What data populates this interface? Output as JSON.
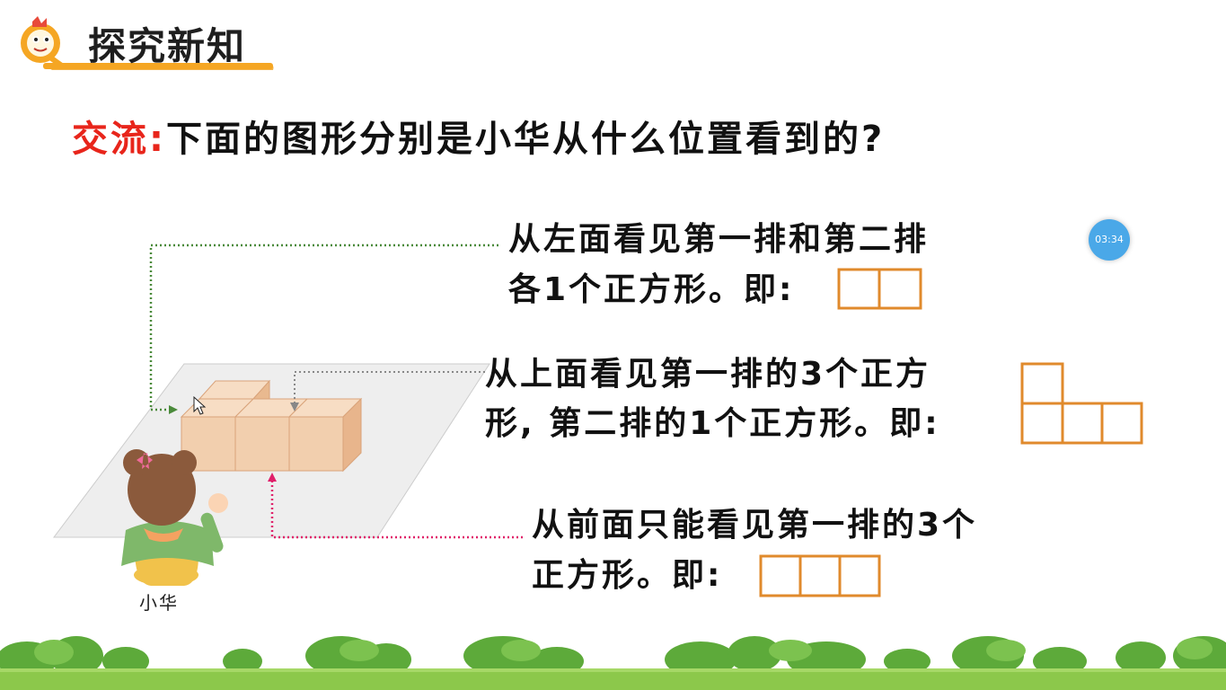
{
  "header": {
    "title": "探究新知"
  },
  "question": {
    "label": "交流:",
    "text": "下面的图形分别是小华从什么位置看到的?"
  },
  "views": {
    "left": {
      "line1": "从左面看见第一排和第二排",
      "line2": "各1个正方形。即:"
    },
    "top": {
      "line1": "从上面看见第一排的3个正方",
      "line2": "形, 第二排的1个正方形。即:"
    },
    "front": {
      "line1": "从前面只能看见第一排的3个",
      "line2": "正方形。即:"
    }
  },
  "figure": {
    "person_label": "小华"
  },
  "timer": {
    "text": "03:34"
  },
  "colors": {
    "accent_red": "#e8251b",
    "grid_orange": "#e08a2c",
    "left_arrow": "#4a8a3a",
    "front_arrow": "#e0206a",
    "top_arrow": "#888888"
  }
}
